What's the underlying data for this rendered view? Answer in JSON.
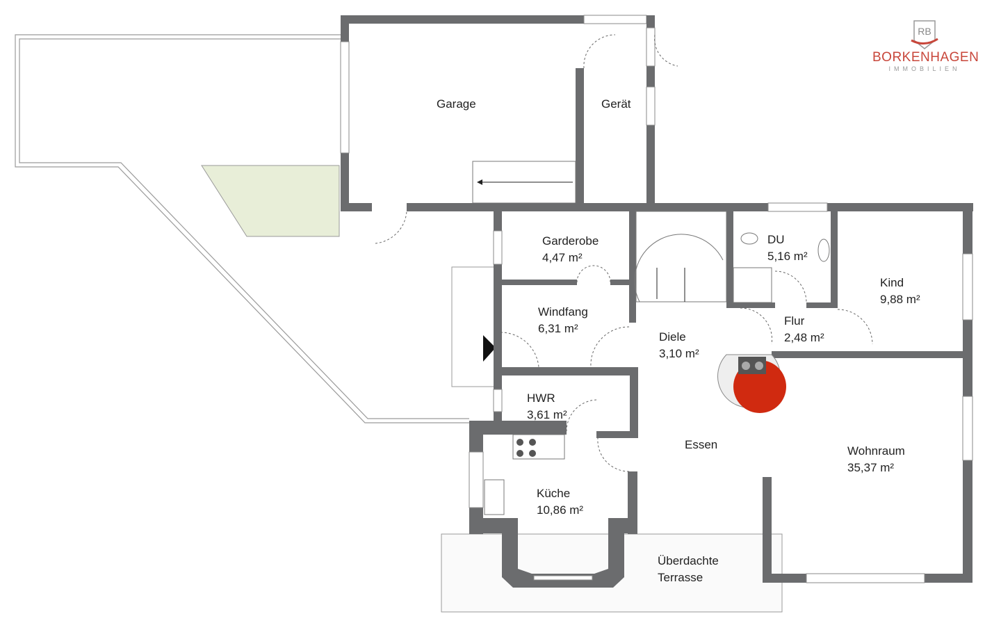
{
  "brand": {
    "name": "BORKENHAGEN",
    "subtitle": "IMMOBILIEN",
    "monogram": "RB",
    "color": "#c8463a"
  },
  "rooms": [
    {
      "name": "Garage",
      "area": ""
    },
    {
      "name": "Gerät",
      "area": ""
    },
    {
      "name": "Garderobe",
      "area": "4,47 m²"
    },
    {
      "name": "DU",
      "area": "5,16 m²"
    },
    {
      "name": "Kind",
      "area": "9,88 m²"
    },
    {
      "name": "Windfang",
      "area": "6,31 m²"
    },
    {
      "name": "Diele",
      "area": "3,10 m²"
    },
    {
      "name": "Flur",
      "area": "2,48 m²"
    },
    {
      "name": "HWR",
      "area": "3,61 m²"
    },
    {
      "name": "Essen",
      "area": ""
    },
    {
      "name": "Wohnraum",
      "area": "35,37 m²"
    },
    {
      "name": "Küche",
      "area": "10,86 m²"
    },
    {
      "name": "Überdachte",
      "area": "Terrasse"
    }
  ],
  "colors": {
    "wall": "#6b6c6e",
    "garden": "#e8eed8",
    "stove": "#d02a10"
  }
}
